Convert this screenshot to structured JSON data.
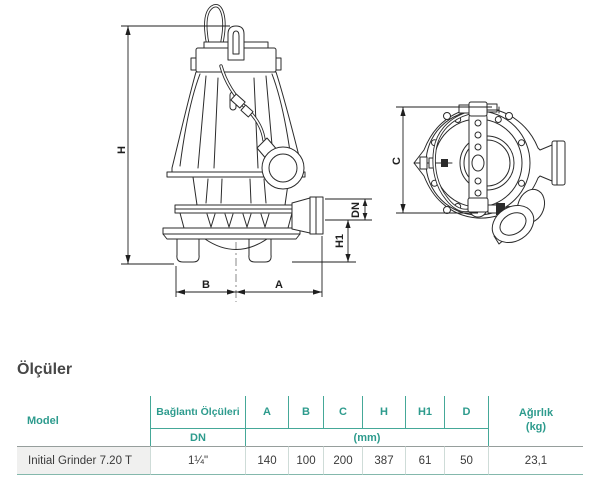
{
  "drawing": {
    "dim_labels": {
      "h": "H",
      "b": "B",
      "a": "A",
      "dn": "DN",
      "h1": "H1",
      "c": "C"
    }
  },
  "section_title": "Ölçüler",
  "table": {
    "headers": {
      "model": "Model",
      "connection": "Bağlantı Ölçüleri",
      "connection_sub": "DN",
      "dims": [
        "A",
        "B",
        "C",
        "H",
        "H1",
        "D"
      ],
      "dims_unit": "(mm)",
      "weight": "Ağırlık",
      "weight_unit": "(kg)"
    },
    "rows": [
      {
        "model": "Initial Grinder 7.20 T",
        "dn": "1¼\"",
        "A": "140",
        "B": "100",
        "C": "200",
        "H": "387",
        "H1": "61",
        "D": "50",
        "weight": "23,1"
      }
    ]
  },
  "colors": {
    "teal": "#2d9b8d",
    "line": "#2b2b2b"
  }
}
